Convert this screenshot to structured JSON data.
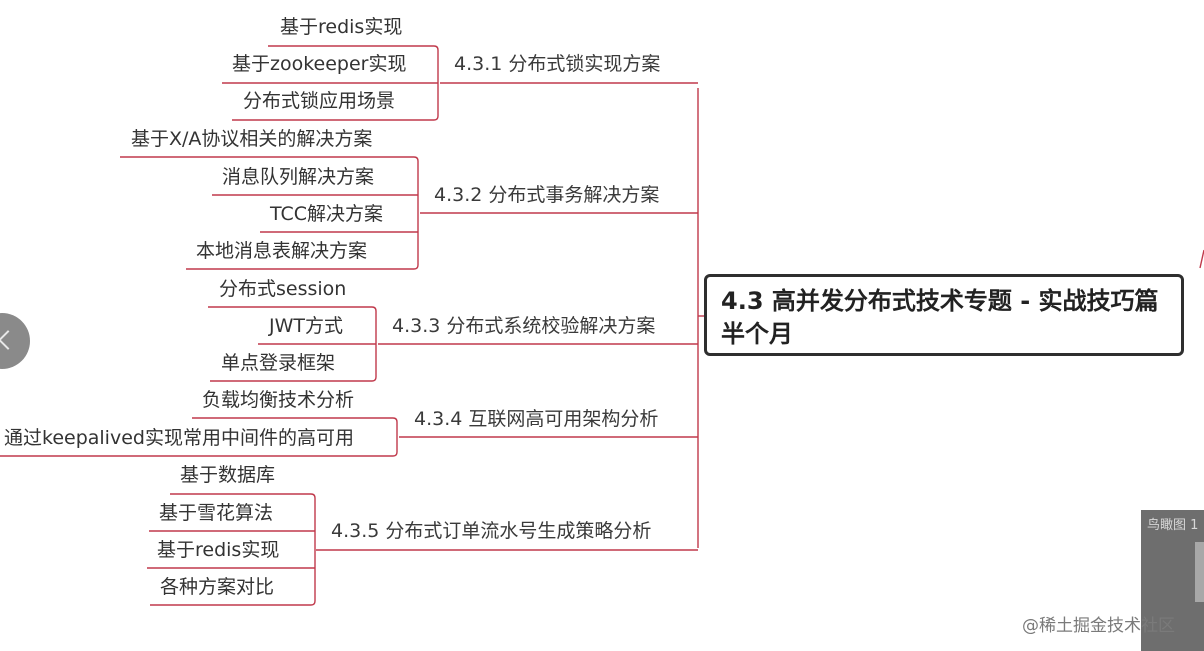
{
  "map": {
    "root": "4.3 高并发分布式技术专题 - 实战技巧篇 半个月",
    "branches": [
      {
        "label": "4.3.1 分布式锁实现方案",
        "children": [
          "基于redis实现",
          "基于zookeeper实现",
          "分布式锁应用场景"
        ]
      },
      {
        "label": "4.3.2 分布式事务解决方案",
        "children": [
          "基于X/A协议相关的解决方案",
          "消息队列解决方案",
          "TCC解决方案",
          "本地消息表解决方案"
        ]
      },
      {
        "label": "4.3.3 分布式系统校验解决方案",
        "children": [
          "分布式session",
          "JWT方式",
          "单点登录框架"
        ]
      },
      {
        "label": "4.3.4 互联网高可用架构分析",
        "children": [
          "负载均衡技术分析",
          "通过keepalived实现常用中间件的高可用"
        ]
      },
      {
        "label": "4.3.5 分布式订单流水号生成策略分析",
        "children": [
          "基于数据库",
          "基于雪花算法",
          "基于redis实现",
          "各种方案对比"
        ]
      }
    ]
  },
  "overview": {
    "label": "鸟瞰图 1"
  },
  "watermark": "@稀土掘金技术社区",
  "colors": {
    "line": "#c0394b",
    "root_border": "#2f2f2f",
    "text": "#333333"
  }
}
